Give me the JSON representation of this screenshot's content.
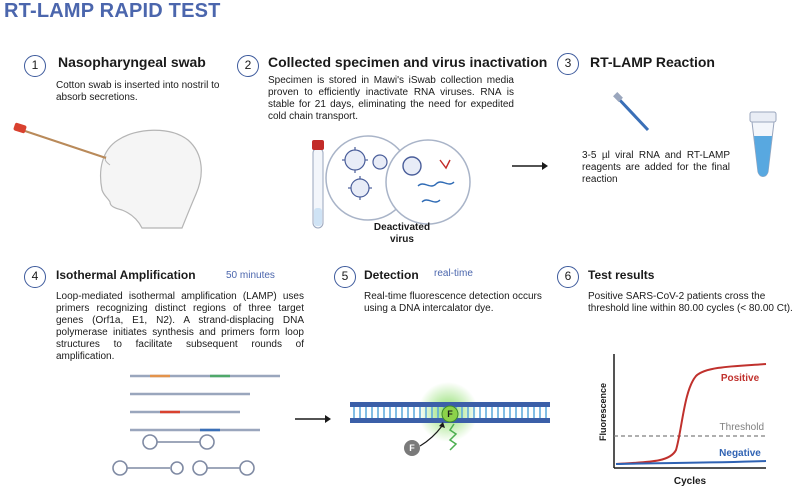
{
  "title": "RT-LAMP RAPID TEST",
  "steps": [
    {
      "num": "1",
      "title": "Nasopharyngeal swab",
      "text": "Cotton swab is inserted into nostril to absorb secretions."
    },
    {
      "num": "2",
      "title": "Collected specimen and virus inactivation",
      "text": "Specimen is stored in Mawi's iSwab collection media proven to efficiently inactivate RNA viruses. RNA is stable for 21 days, eliminating the need for expedited cold chain transport.",
      "label": "Deactivated virus"
    },
    {
      "num": "3",
      "title": "RT-LAMP Reaction",
      "text": "3-5 µl viral RNA and RT-LAMP reagents are added for the final reaction"
    },
    {
      "num": "4",
      "title": "Isothermal Amplification",
      "tag": "50 minutes",
      "text": "Loop-mediated isothermal amplification (LAMP) uses primers recognizing distinct regions of three target genes (Orf1a, E1, N2). A strand-displacing DNA polymerase initiates synthesis and primers form loop structures to facilitate subsequent rounds of amplification."
    },
    {
      "num": "5",
      "title": "Detection",
      "tag": "real-time",
      "text": "Real-time fluorescence detection occurs using a DNA intercalator dye.",
      "dye_label": "F"
    },
    {
      "num": "6",
      "title": "Test results",
      "text": "Positive SARS-CoV-2 patients cross the threshold line within 80.00 cycles (< 80.00 Ct)."
    }
  ],
  "chart_data": {
    "type": "line",
    "xlabel": "Cycles",
    "ylabel": "Fluorescence",
    "series": [
      {
        "name": "Positive",
        "color": "#c0312d"
      },
      {
        "name": "Negative",
        "color": "#2f62b3"
      }
    ],
    "threshold_label": "Threshold",
    "grid": false
  },
  "colors": {
    "accent": "#4b66ad",
    "positive": "#c0312d",
    "negative": "#2f62b3",
    "threshold": "#7f7f7f"
  }
}
